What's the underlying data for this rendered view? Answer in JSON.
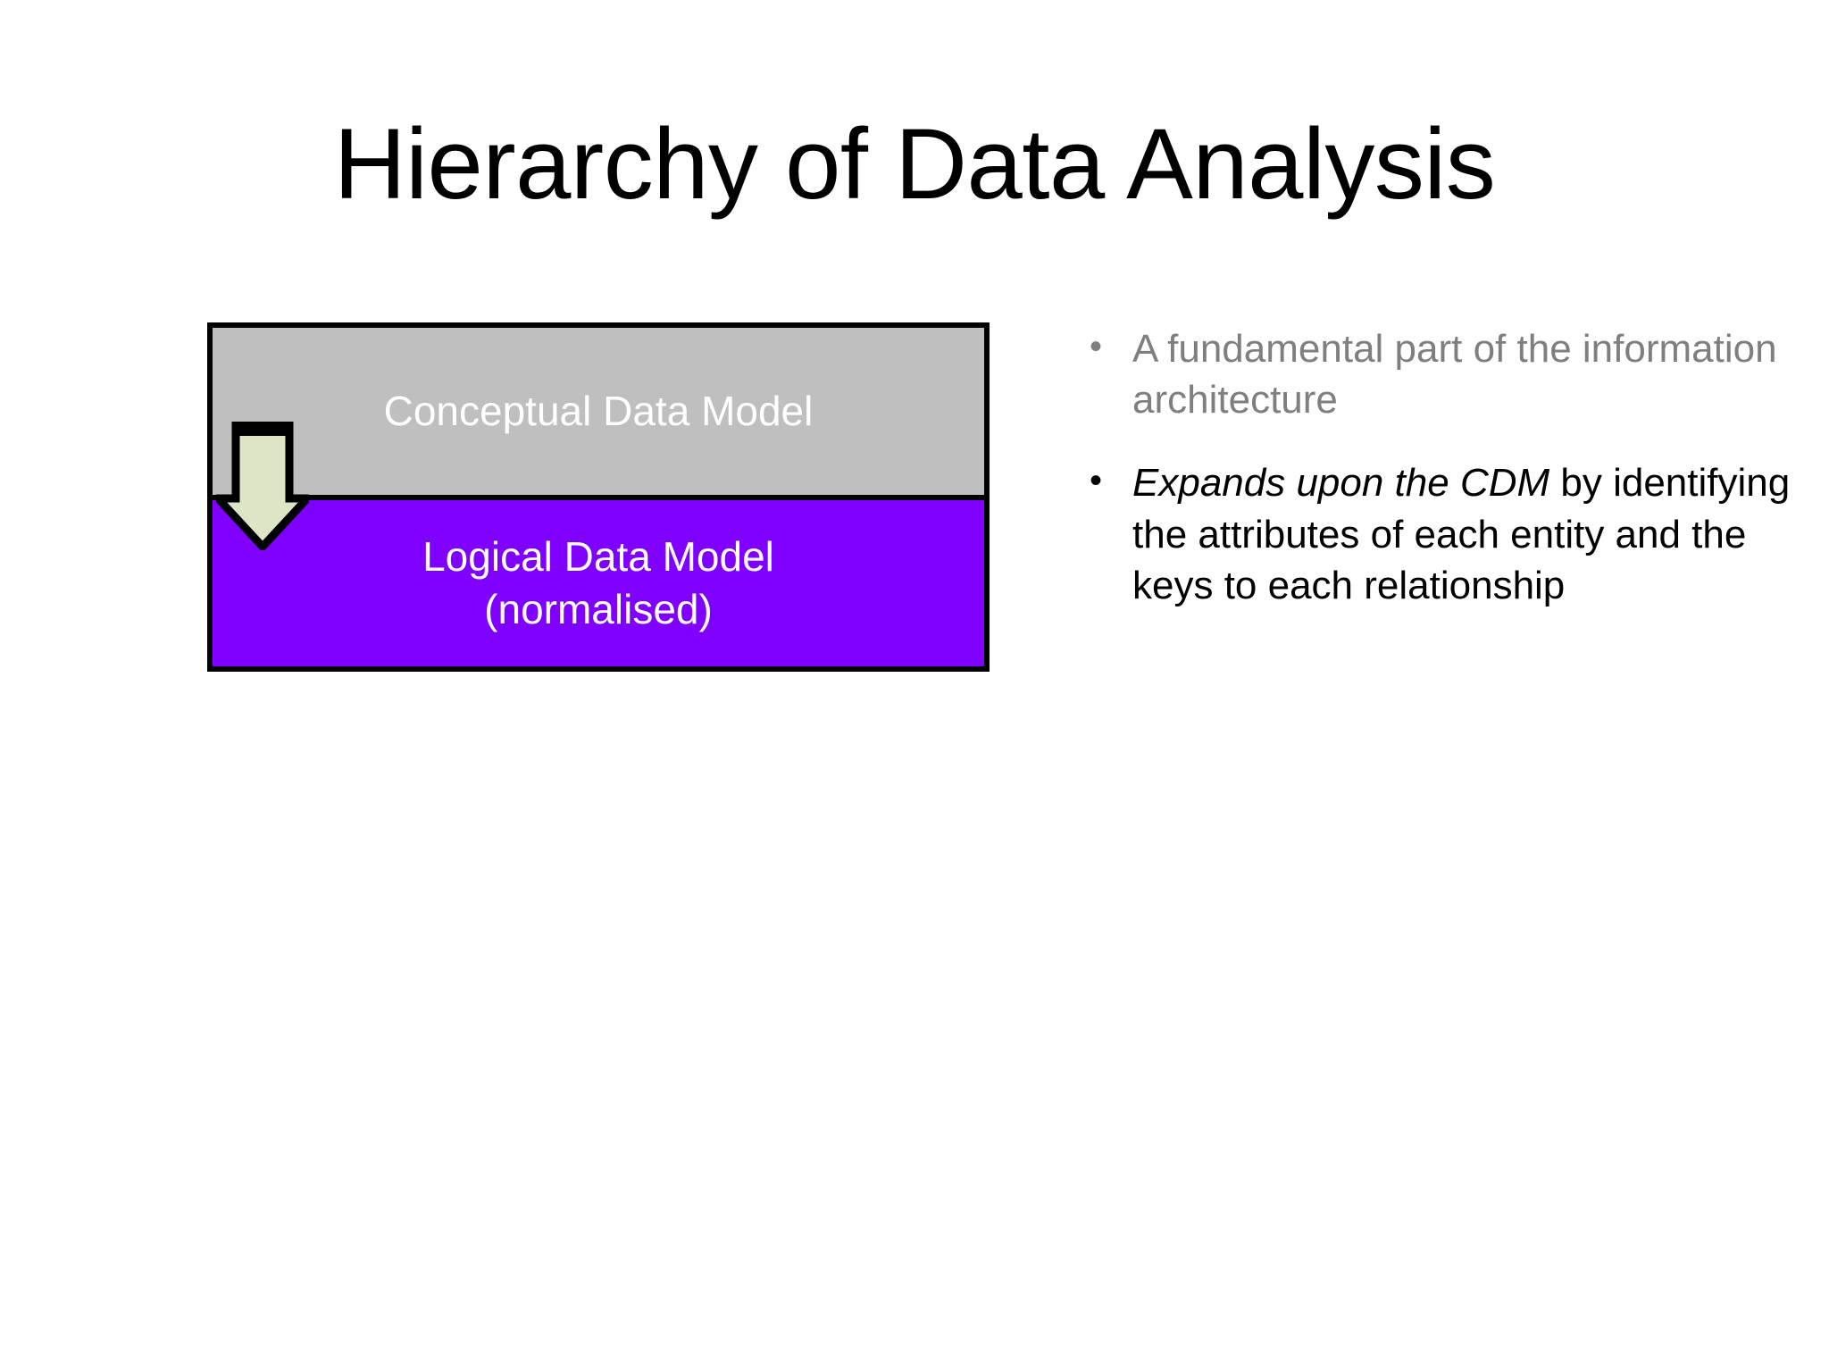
{
  "slide": {
    "title": "Hierarchy of Data Analysis",
    "background_color": "#ffffff"
  },
  "diagram": {
    "name": "data-model-hierarchy",
    "bands": [
      {
        "id": "conceptual-data-model",
        "label": "Conceptual Data Model",
        "fill_color": "#bfbfbf",
        "text_color": "#ffffff",
        "border_color": "#000000"
      },
      {
        "id": "logical-data-model",
        "label": "Logical Data Model\n(normalised)",
        "fill_color": "#7f00ff",
        "text_color": "#ffffff",
        "border_color": "#000000"
      }
    ],
    "arrow": {
      "id": "down-arrow",
      "direction": "down",
      "fill_color": "#dce5c5",
      "outline_color": "#000000"
    }
  },
  "bullets": [
    {
      "id": "bullet-fundamental",
      "color": "#7f7f7f",
      "segments": [
        {
          "text": "A fundamental part of the information architecture",
          "style": "normal"
        }
      ]
    },
    {
      "id": "bullet-expands-cdm",
      "color": "#000000",
      "segments": [
        {
          "text": "Expands upon the CDM",
          "style": "italic"
        },
        {
          "text": " by identifying the attributes of each entity and the keys to each relationship",
          "style": "normal"
        }
      ]
    }
  ]
}
